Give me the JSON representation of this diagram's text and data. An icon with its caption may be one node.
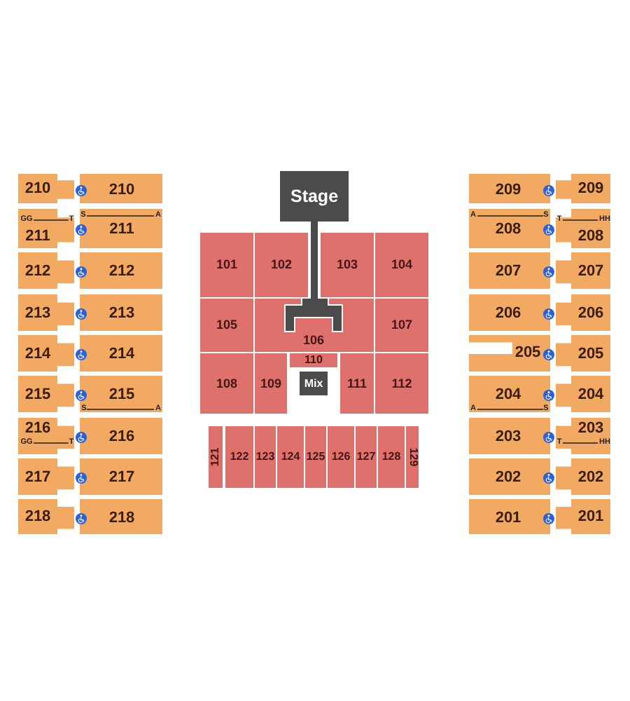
{
  "diagram": {
    "nodes": [
      {
        "text": [
          "Stage"
        ]
      },
      {
        "text": [
          "101"
        ]
      },
      {
        "text": [
          "102"
        ]
      },
      {
        "text": [
          "103"
        ]
      },
      {
        "text": [
          "104"
        ]
      },
      {
        "text": [
          "105"
        ]
      },
      {
        "text": [
          "106"
        ]
      },
      {
        "text": [
          "107"
        ]
      },
      {
        "text": [
          "108"
        ]
      },
      {
        "text": [
          "109"
        ]
      },
      {
        "text": [
          "110"
        ]
      },
      {
        "text": [
          "Mix"
        ]
      },
      {
        "text": [
          "111"
        ]
      },
      {
        "text": [
          "112"
        ]
      },
      {
        "text": [
          "121"
        ]
      },
      {
        "text": [
          "122"
        ]
      },
      {
        "text": [
          "123"
        ]
      },
      {
        "text": [
          "124"
        ]
      },
      {
        "text": [
          "125"
        ]
      },
      {
        "text": [
          "126"
        ]
      },
      {
        "text": [
          "127"
        ]
      },
      {
        "text": [
          "128"
        ]
      },
      {
        "text": [
          "129"
        ]
      },
      {
        "text": [
          "210"
        ]
      },
      {
        "text": [
          "210"
        ]
      },
      {
        "text": [
          "211"
        ]
      },
      {
        "text": [
          "211"
        ]
      },
      {
        "text": [
          "212"
        ]
      },
      {
        "text": [
          "212"
        ]
      },
      {
        "text": [
          "213"
        ]
      },
      {
        "text": [
          "213"
        ]
      },
      {
        "text": [
          "214"
        ]
      },
      {
        "text": [
          "214"
        ]
      },
      {
        "text": [
          "215"
        ]
      },
      {
        "text": [
          "215"
        ]
      },
      {
        "text": [
          "216"
        ]
      },
      {
        "text": [
          "216"
        ]
      },
      {
        "text": [
          "217"
        ]
      },
      {
        "text": [
          "217"
        ]
      },
      {
        "text": [
          "218"
        ]
      },
      {
        "text": [
          "218"
        ]
      },
      {
        "text": [
          "209"
        ]
      },
      {
        "text": [
          "209"
        ]
      },
      {
        "text": [
          "208"
        ]
      },
      {
        "text": [
          "208"
        ]
      },
      {
        "text": [
          "207"
        ]
      },
      {
        "text": [
          "207"
        ]
      },
      {
        "text": [
          "206"
        ]
      },
      {
        "text": [
          "206"
        ]
      },
      {
        "text": [
          "205"
        ]
      },
      {
        "text": [
          "205"
        ]
      },
      {
        "text": [
          "204"
        ]
      },
      {
        "text": [
          "204"
        ]
      },
      {
        "text": [
          "203"
        ]
      },
      {
        "text": [
          "203"
        ]
      },
      {
        "text": [
          "202"
        ]
      },
      {
        "text": [
          "202"
        ]
      },
      {
        "text": [
          "201"
        ]
      },
      {
        "text": [
          "201"
        ]
      }
    ],
    "labels": [
      "GG",
      "T",
      "S",
      "A",
      "S",
      "A",
      "GG",
      "T",
      "A",
      "S",
      "T",
      "HH",
      "A",
      "S",
      "T",
      "HH"
    ]
  }
}
